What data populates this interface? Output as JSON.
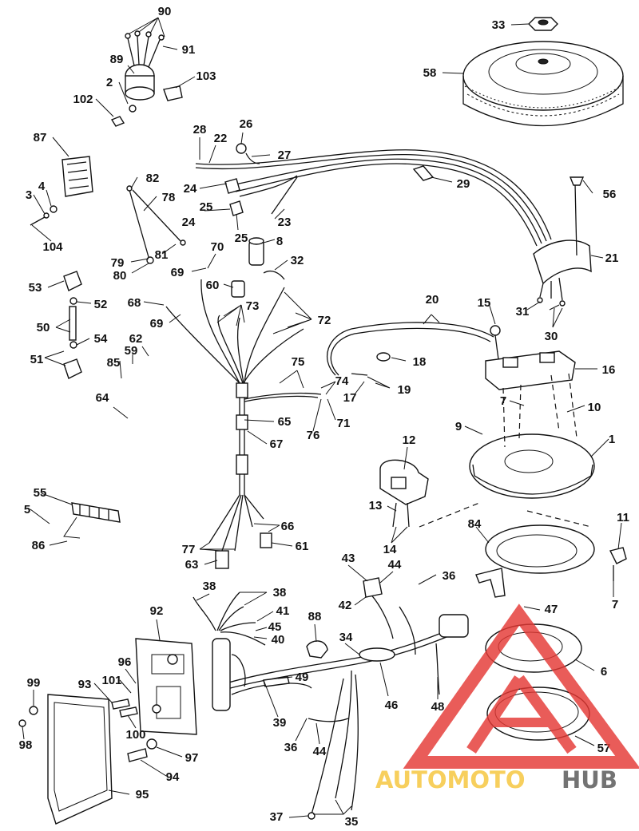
{
  "diagram": {
    "callouts": [
      {
        "id": "c90",
        "n": "90"
      },
      {
        "id": "c91",
        "n": "91"
      },
      {
        "id": "c89",
        "n": "89"
      },
      {
        "id": "c103",
        "n": "103"
      },
      {
        "id": "c2",
        "n": "2"
      },
      {
        "id": "c102",
        "n": "102"
      },
      {
        "id": "c33",
        "n": "33"
      },
      {
        "id": "c58",
        "n": "58"
      },
      {
        "id": "c87",
        "n": "87"
      },
      {
        "id": "c26",
        "n": "26"
      },
      {
        "id": "c28",
        "n": "28"
      },
      {
        "id": "c22",
        "n": "22"
      },
      {
        "id": "c27",
        "n": "27"
      },
      {
        "id": "c4",
        "n": "4"
      },
      {
        "id": "c3",
        "n": "3"
      },
      {
        "id": "c104",
        "n": "104"
      },
      {
        "id": "c82",
        "n": "82"
      },
      {
        "id": "c78",
        "n": "78"
      },
      {
        "id": "c24a",
        "n": "24"
      },
      {
        "id": "c25a",
        "n": "25"
      },
      {
        "id": "c29",
        "n": "29"
      },
      {
        "id": "c56",
        "n": "56"
      },
      {
        "id": "c24b",
        "n": "24"
      },
      {
        "id": "c23",
        "n": "23"
      },
      {
        "id": "c25b",
        "n": "25"
      },
      {
        "id": "c8",
        "n": "8"
      },
      {
        "id": "c81",
        "n": "81"
      },
      {
        "id": "c79",
        "n": "79"
      },
      {
        "id": "c80",
        "n": "80"
      },
      {
        "id": "c70",
        "n": "70"
      },
      {
        "id": "c69a",
        "n": "69"
      },
      {
        "id": "c32",
        "n": "32"
      },
      {
        "id": "c21",
        "n": "21"
      },
      {
        "id": "c53",
        "n": "53"
      },
      {
        "id": "c52",
        "n": "52"
      },
      {
        "id": "c60",
        "n": "60"
      },
      {
        "id": "c68",
        "n": "68"
      },
      {
        "id": "c73",
        "n": "73"
      },
      {
        "id": "c20",
        "n": "20"
      },
      {
        "id": "c15",
        "n": "15"
      },
      {
        "id": "c31",
        "n": "31"
      },
      {
        "id": "c30",
        "n": "30"
      },
      {
        "id": "c69b",
        "n": "69"
      },
      {
        "id": "c72",
        "n": "72"
      },
      {
        "id": "c50",
        "n": "50"
      },
      {
        "id": "c54",
        "n": "54"
      },
      {
        "id": "c62",
        "n": "62"
      },
      {
        "id": "c59",
        "n": "59"
      },
      {
        "id": "c51",
        "n": "51"
      },
      {
        "id": "c85",
        "n": "85"
      },
      {
        "id": "c18",
        "n": "18"
      },
      {
        "id": "c16",
        "n": "16"
      },
      {
        "id": "c75",
        "n": "75"
      },
      {
        "id": "c74",
        "n": "74"
      },
      {
        "id": "c19",
        "n": "19"
      },
      {
        "id": "c17",
        "n": "17"
      },
      {
        "id": "c64",
        "n": "64"
      },
      {
        "id": "c7a",
        "n": "7"
      },
      {
        "id": "c10",
        "n": "10"
      },
      {
        "id": "c65",
        "n": "65"
      },
      {
        "id": "c71",
        "n": "71"
      },
      {
        "id": "c9",
        "n": "9"
      },
      {
        "id": "c76",
        "n": "76"
      },
      {
        "id": "c67",
        "n": "67"
      },
      {
        "id": "c12",
        "n": "12"
      },
      {
        "id": "c1",
        "n": "1"
      },
      {
        "id": "c55",
        "n": "55"
      },
      {
        "id": "c5",
        "n": "5"
      },
      {
        "id": "c13",
        "n": "13"
      },
      {
        "id": "c84",
        "n": "84"
      },
      {
        "id": "c11",
        "n": "11"
      },
      {
        "id": "c66",
        "n": "66"
      },
      {
        "id": "c86",
        "n": "86"
      },
      {
        "id": "c14",
        "n": "14"
      },
      {
        "id": "c77",
        "n": "77"
      },
      {
        "id": "c61",
        "n": "61"
      },
      {
        "id": "c63",
        "n": "63"
      },
      {
        "id": "c43",
        "n": "43"
      },
      {
        "id": "c44a",
        "n": "44"
      },
      {
        "id": "c36a",
        "n": "36"
      },
      {
        "id": "c7b",
        "n": "7"
      },
      {
        "id": "c42",
        "n": "42"
      },
      {
        "id": "c38a",
        "n": "38"
      },
      {
        "id": "c38b",
        "n": "38"
      },
      {
        "id": "c47",
        "n": "47"
      },
      {
        "id": "c92",
        "n": "92"
      },
      {
        "id": "c41",
        "n": "41"
      },
      {
        "id": "c88",
        "n": "88"
      },
      {
        "id": "c45",
        "n": "45"
      },
      {
        "id": "c40",
        "n": "40"
      },
      {
        "id": "c34",
        "n": "34"
      },
      {
        "id": "c96",
        "n": "96"
      },
      {
        "id": "c6",
        "n": "6"
      },
      {
        "id": "c99",
        "n": "99"
      },
      {
        "id": "c93",
        "n": "93"
      },
      {
        "id": "c101",
        "n": "101"
      },
      {
        "id": "c49",
        "n": "49"
      },
      {
        "id": "c46",
        "n": "46"
      },
      {
        "id": "c48",
        "n": "48"
      },
      {
        "id": "c39",
        "n": "39"
      },
      {
        "id": "c98",
        "n": "98"
      },
      {
        "id": "c100",
        "n": "100"
      },
      {
        "id": "c36b",
        "n": "36"
      },
      {
        "id": "c44b",
        "n": "44"
      },
      {
        "id": "c97",
        "n": "97"
      },
      {
        "id": "c57",
        "n": "57"
      },
      {
        "id": "c94",
        "n": "94"
      },
      {
        "id": "c95",
        "n": "95"
      },
      {
        "id": "c37",
        "n": "37"
      },
      {
        "id": "c35",
        "n": "35"
      }
    ]
  },
  "watermark": {
    "left_text": "AUTOMOTO",
    "right_text": "HUB",
    "colors": {
      "left": "#F6C53A",
      "right": "#555555",
      "logo": "#E53935"
    }
  }
}
